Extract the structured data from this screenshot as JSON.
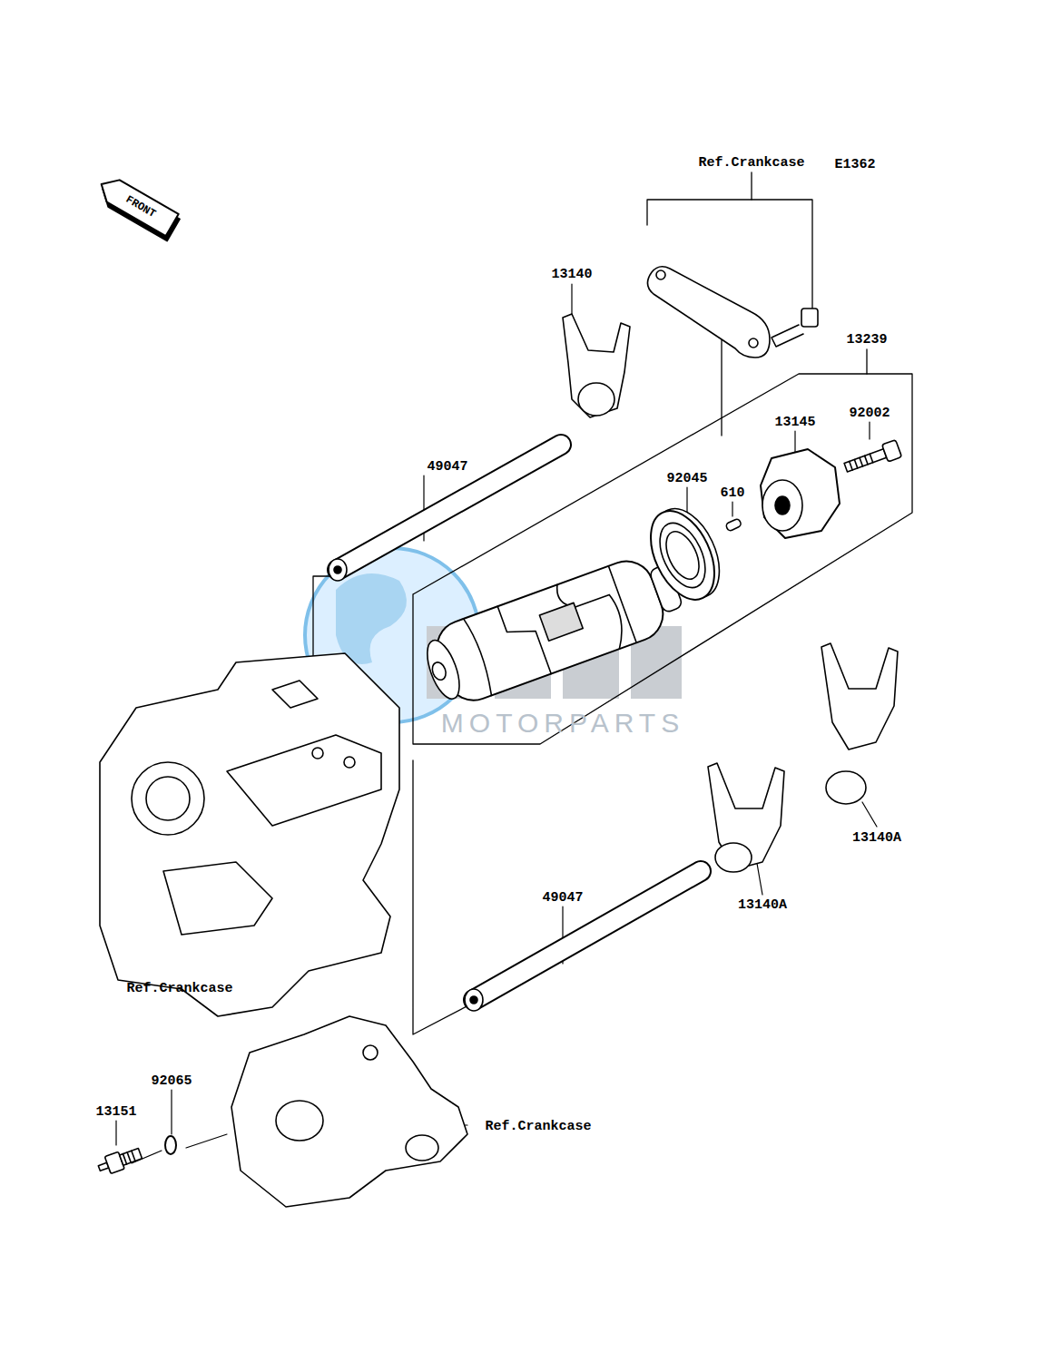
{
  "diagram": {
    "labels": [
      "Ref.Crankcase",
      "E1362",
      "FRONT",
      "13140",
      "13239",
      "92002",
      "13145",
      "92045",
      "610",
      "49047",
      "13140A",
      "13140A",
      "49047",
      "Ref.Crankcase",
      "92065",
      "13151",
      "Ref.Crankcase",
      "MOTORPARTS"
    ]
  }
}
